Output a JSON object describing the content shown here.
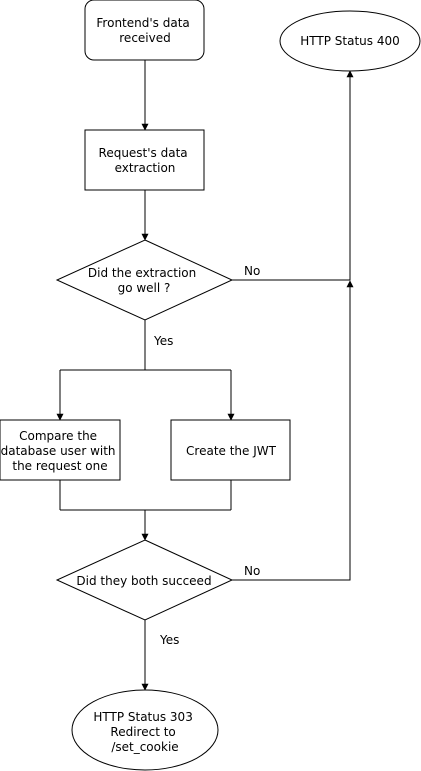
{
  "nodes": {
    "start": [
      "Frontend's data",
      "received"
    ],
    "extract": [
      "Request's data",
      "extraction"
    ],
    "decision1": [
      "Did the extraction",
      "go well ?"
    ],
    "compare": [
      "Compare the",
      "database user with",
      "the request one"
    ],
    "jwt": [
      "Create the JWT"
    ],
    "decision2": [
      "Did they both succeed"
    ],
    "status400": [
      "HTTP Status 400"
    ],
    "status303": [
      "HTTP Status 303",
      "Redirect to",
      "/set_cookie"
    ]
  },
  "edge_labels": {
    "decision1_no": "No",
    "decision1_yes": "Yes",
    "decision2_no": "No",
    "decision2_yes": "Yes"
  }
}
